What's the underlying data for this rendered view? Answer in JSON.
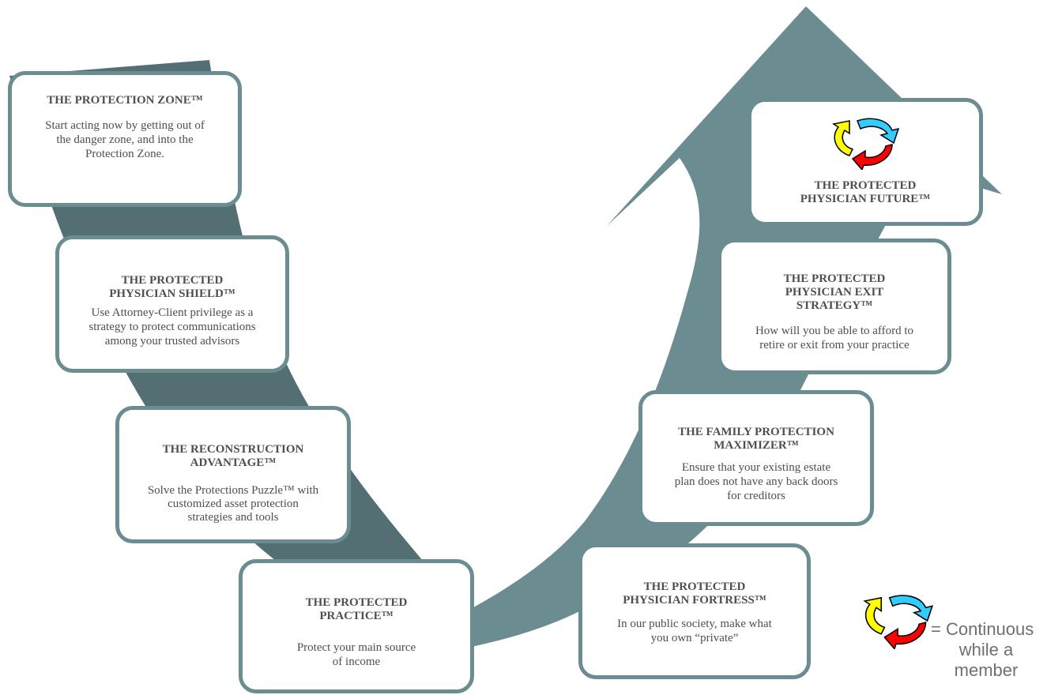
{
  "colors": {
    "arrow": "#6b8c91",
    "arrow_dark": "#536f73",
    "card_border": "#6b8c91",
    "cycle_yellow": "#ffff00",
    "cycle_cyan": "#33ccff",
    "cycle_red": "#ff0000"
  },
  "cards": [
    {
      "title_lines": [
        "THE PROTECTION ZONE™"
      ],
      "desc_lines": [
        "Start acting now by getting out of",
        "the danger zone, and into the",
        "Protection Zone."
      ]
    },
    {
      "title_lines": [
        "THE PROTECTED",
        "PHYSICIAN SHIELD™"
      ],
      "desc_lines": [
        "Use Attorney-Client privilege as a",
        "strategy to protect communications",
        "among your trusted advisors"
      ]
    },
    {
      "title_lines": [
        "THE RECONSTRUCTION",
        "ADVANTAGE™"
      ],
      "desc_lines": [
        "Solve the Protections Puzzle™ with",
        "customized asset protection",
        "strategies and tools"
      ]
    },
    {
      "title_lines": [
        "THE PROTECTED",
        "PRACTICE™"
      ],
      "desc_lines": [
        "Protect your main source",
        "of income"
      ]
    },
    {
      "title_lines": [
        "THE PROTECTED",
        "PHYSICIAN FORTRESS™"
      ],
      "desc_lines": [
        "In our public society, make what",
        "you own “private”"
      ]
    },
    {
      "title_lines": [
        "THE FAMILY PROTECTION",
        "MAXIMIZER™"
      ],
      "desc_lines": [
        "Ensure that your existing estate",
        "plan does not have any back doors",
        "for creditors"
      ]
    },
    {
      "title_lines": [
        "THE PROTECTED",
        "PHYSICIAN EXIT",
        "STRATEGY™"
      ],
      "desc_lines": [
        "How will you be able to afford to",
        "retire or exit from your practice"
      ]
    },
    {
      "title_lines": [
        "THE PROTECTED",
        "PHYSICIAN FUTURE™"
      ],
      "desc_lines": []
    }
  ],
  "legend": {
    "icon": "continuous-cycle-icon",
    "text_line1": "= Continuous",
    "text_line2": "while a",
    "text_line3": "member"
  }
}
